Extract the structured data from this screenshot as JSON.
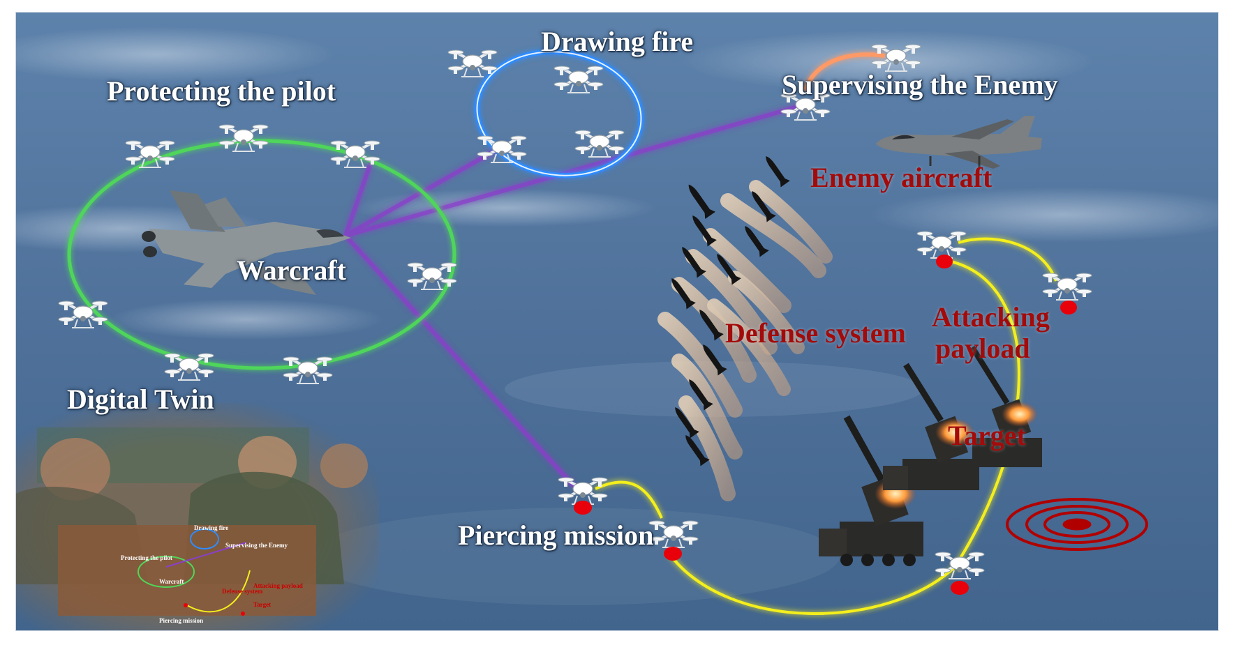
{
  "labels": {
    "protecting_pilot": "Protecting the pilot",
    "drawing_fire": "Drawing fire",
    "supervising_enemy": "Supervising  the Enemy",
    "enemy_aircraft": "Enemy aircraft",
    "warcraft": "Warcraft",
    "defense_system": "Defense system",
    "attacking_payload_line1": "Attacking",
    "attacking_payload_line2": "payload",
    "target": "Target",
    "piercing_mission": "Piercing mission",
    "digital_twin": "Digital Twin"
  },
  "twin_labels": {
    "protecting_pilot": "Protecting the pilot",
    "drawing_fire": "Drawing fire",
    "supervising_enemy": "Supervising the Enemy",
    "warcraft": "Warcraft",
    "defense_system": "Defense system",
    "attacking_payload": "Attacking payload",
    "target": "Target",
    "piercing_mission": "Piercing mission"
  },
  "colors": {
    "sky_top": "#5a7fa8",
    "sky_bottom": "#3d5f86",
    "protect_ring": "#4fd65a",
    "drawing_ring": "#2f8cff",
    "supervise_link": "#ff9a66",
    "command_link": "#8a3fc9",
    "mission_path": "#f4ef1c",
    "payload_dot": "#e8000a",
    "target_ring": "#b00000",
    "label_dark_red": "#a30b0b"
  },
  "icons": {
    "drone": "quadcopter-drone-icon",
    "warcraft": "fighter-jet-icon",
    "enemy": "enemy-jet-icon",
    "missile": "missile-icon",
    "launcher": "rocket-launcher-truck-icon",
    "target": "bullseye-target-icon"
  }
}
